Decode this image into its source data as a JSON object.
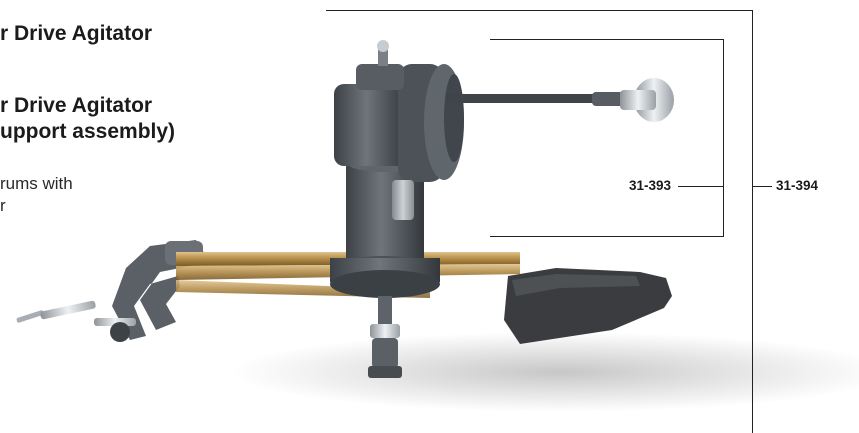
{
  "heading_1": "r Drive Agitator",
  "heading_2_line1": "r Drive Agitator",
  "heading_2_line2": "upport assembly)",
  "body_line1": "rums with",
  "body_line2": "r",
  "part_labels": {
    "inner": "31-393",
    "outer": "31-394"
  },
  "image": {
    "subject": "agitator drive unit with clamp-mounted support rod assembly",
    "colors": {
      "metal_dark": "#4e545a",
      "metal_mid": "#6b7177",
      "rod_brass": "#b8924c",
      "handle": "#3a3c3f",
      "chrome": "#c9ced2"
    }
  }
}
